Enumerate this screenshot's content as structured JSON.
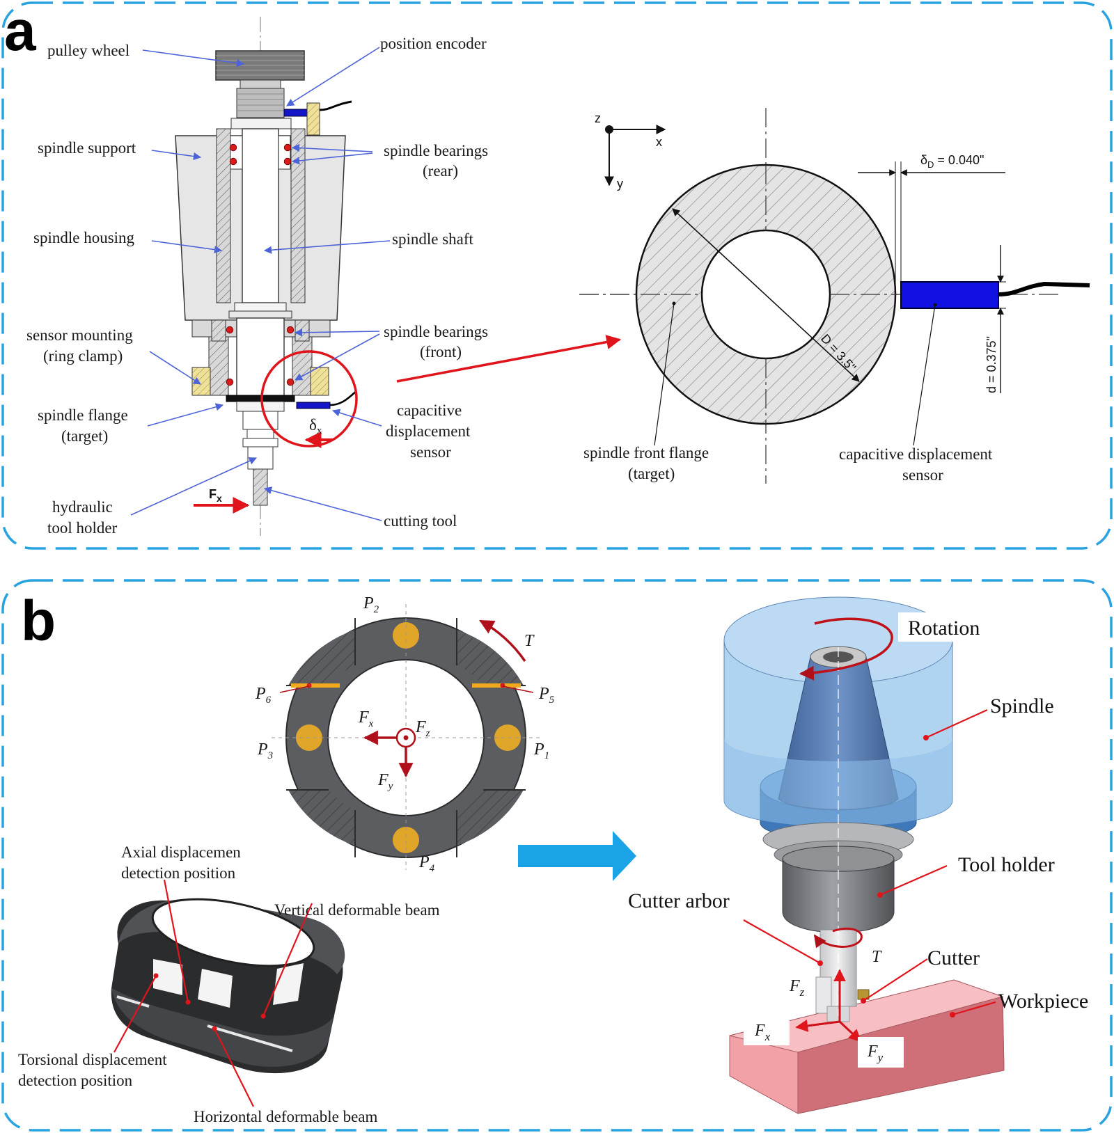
{
  "panel_a": {
    "letter": "a",
    "labels": {
      "pulley_wheel": "pulley wheel",
      "position_encoder": "position encoder",
      "spindle_support": "spindle support",
      "spindle_bearings_rear_1": "spindle bearings",
      "spindle_bearings_rear_2": "(rear)",
      "spindle_housing": "spindle housing",
      "spindle_shaft": "spindle shaft",
      "sensor_mounting_1": "sensor mounting",
      "sensor_mounting_2": "(ring clamp)",
      "spindle_bearings_front_1": "spindle bearings",
      "spindle_bearings_front_2": "(front)",
      "spindle_flange_1": "spindle flange",
      "spindle_flange_2": "(target)",
      "capacitive_1": "capacitive",
      "capacitive_2": "displacement",
      "capacitive_3": "sensor",
      "hydraulic_1": "hydraulic",
      "hydraulic_2": "tool holder",
      "cutting_tool": "cutting tool",
      "fx": "F",
      "fx_sub": "x",
      "delta": "δ",
      "delta_sub": "x"
    },
    "detail": {
      "axis_z": "z",
      "axis_x": "x",
      "axis_y": "y",
      "gap_label": "δ",
      "gap_sub": "D",
      "gap_value": " =  0.040\"",
      "diameter": "D = 3.5\"",
      "sensor_d": "d = 0.375\"",
      "front_flange_1": "spindle front flange",
      "front_flange_2": "(target)",
      "cap_sensor_1": "capacitive displacement",
      "cap_sensor_2": "sensor"
    }
  },
  "panel_b": {
    "letter": "b",
    "ring_labels": {
      "p1": "P",
      "p1_sub": "1",
      "p2": "P",
      "p2_sub": "2",
      "p3": "P",
      "p3_sub": "3",
      "p4": "P",
      "p4_sub": "4",
      "p5": "P",
      "p5_sub": "5",
      "p6": "P",
      "p6_sub": "6",
      "t": "T",
      "fx": "F",
      "fx_sub": "x",
      "fy": "F",
      "fy_sub": "y",
      "fz": "F",
      "fz_sub": "z"
    },
    "iso_labels": {
      "axial_1": "Axial displacemen",
      "axial_2": "detection position",
      "vertical_beam": "Vertical deformable beam",
      "torsional_1": "Torsional displacement",
      "torsional_2": "detection position",
      "horizontal_beam": "Horizontal deformable beam"
    },
    "assembly_labels": {
      "rotation": "Rotation",
      "spindle": "Spindle",
      "tool_holder": "Tool holder",
      "cutter_arbor": "Cutter arbor",
      "cutter": "Cutter",
      "workpiece": "Workpiece",
      "t": "T",
      "fx": "F",
      "fx_sub": "x",
      "fy": "F",
      "fy_sub": "y",
      "fz": "F",
      "fz_sub": "z"
    }
  },
  "colors": {
    "frame": "#29a3e0",
    "leader_blue": "#4d63d8",
    "leader_red": "#e0141b",
    "sensor_blue": "#1010e0",
    "ring_gray": "#5b5d60",
    "pad_gold": "#e0a62a",
    "spindle_blue": "#8fc0ea",
    "workpiece_pink": "#f2a1a6"
  }
}
